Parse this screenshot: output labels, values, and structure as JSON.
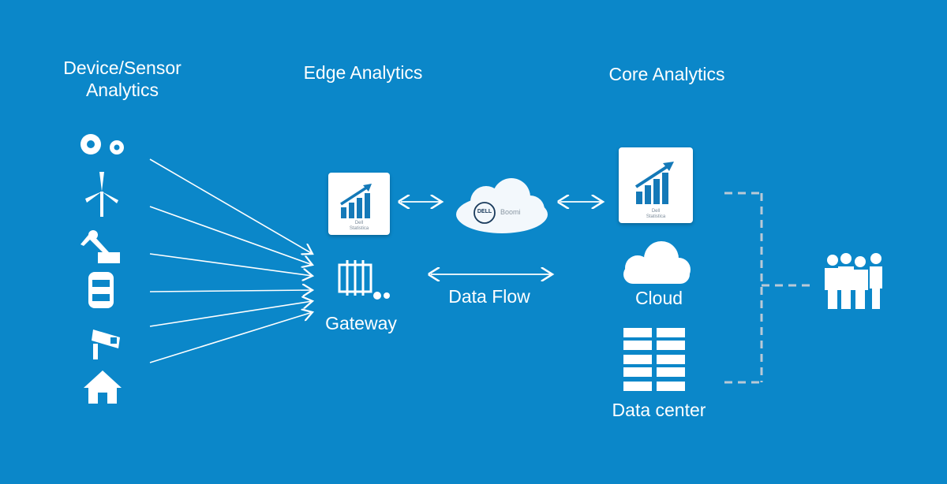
{
  "headings": {
    "device": "Device/Sensor Analytics",
    "edge": "Edge Analytics",
    "core": "Core Analytics"
  },
  "labels": {
    "gateway": "Gateway",
    "data_flow": "Data Flow",
    "cloud": "Cloud",
    "data_center": "Data center"
  },
  "statistica_caption": [
    "Dell",
    "Statistica"
  ],
  "boomi": {
    "logo": "DELL",
    "name": "Boomi"
  },
  "device_icons": [
    "gears-icon",
    "wind-turbine-icon",
    "robot-arm-icon",
    "car-icon",
    "security-camera-icon",
    "home-icon"
  ],
  "colors": {
    "background": "#0b87c9",
    "foreground": "#ffffff",
    "chart_blue": "#1479b8"
  }
}
